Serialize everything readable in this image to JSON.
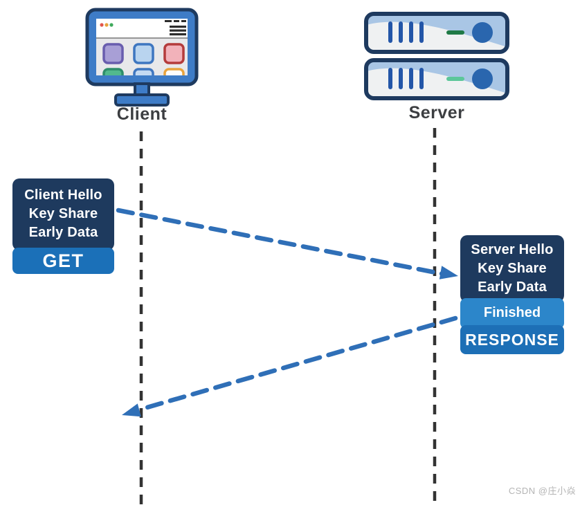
{
  "actors": {
    "client": {
      "label": "Client",
      "icon": "monitor-browser-icon"
    },
    "server": {
      "label": "Server",
      "icon": "server-rack-icon"
    }
  },
  "messages": {
    "request": {
      "direction": "client-to-server",
      "lines": [
        "Client Hello",
        "Key Share",
        "Early Data"
      ],
      "tag": "GET"
    },
    "response": {
      "direction": "server-to-client",
      "lines": [
        "Server Hello",
        "Key Share",
        "Early Data"
      ],
      "tag_primary": "Finished",
      "tag_secondary": "RESPONSE"
    }
  },
  "watermark": "CSDN @庄小焱",
  "colors": {
    "box_navy": "#1e3a5e",
    "box_blue": "#1b70b8",
    "box_light_blue": "#2c86ca",
    "response_blue": "#1d6fb6",
    "arrow_blue": "#2f6fb7",
    "lifeline": "#333333",
    "icon_frame_blue": "#3e7cc7"
  }
}
